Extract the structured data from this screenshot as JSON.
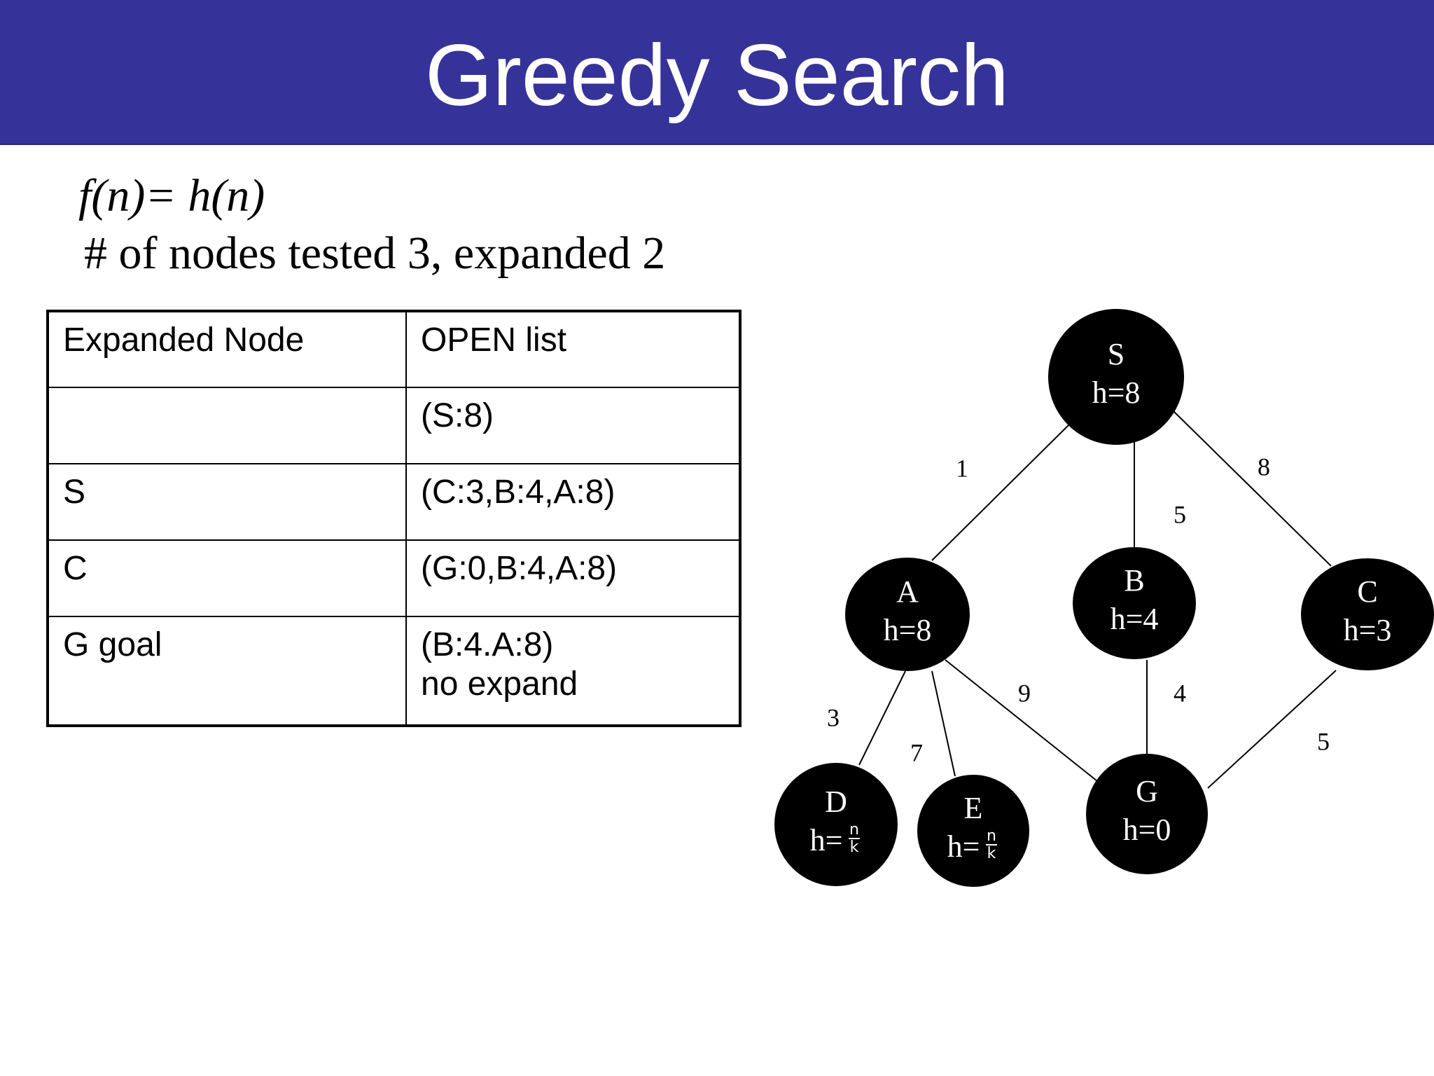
{
  "slide": {
    "title": "Greedy Search",
    "formula": "f(n)= h(n)",
    "stats": "# of nodes tested 3, expanded 2"
  },
  "colors": {
    "title_bar": "#353399",
    "title_text": "#ffffff",
    "node_fill": "#000000",
    "node_text": "#ffffff"
  },
  "table": {
    "headers": [
      "Expanded Node",
      "OPEN list"
    ],
    "rows": [
      {
        "node": "",
        "open": [
          "(S:8)"
        ]
      },
      {
        "node": "S",
        "open": [
          "(C:3,B:4,A:8)"
        ]
      },
      {
        "node": "C",
        "open": [
          "(G:0,B:4,A:8)"
        ]
      },
      {
        "node": "G goal",
        "open": [
          "(B:4.A:8)",
          "no expand"
        ]
      }
    ]
  },
  "graph": {
    "nodes": [
      {
        "id": "S",
        "name": "S",
        "h": "h=8"
      },
      {
        "id": "A",
        "name": "A",
        "h": "h=8"
      },
      {
        "id": "B",
        "name": "B",
        "h": "h=4"
      },
      {
        "id": "C",
        "name": "C",
        "h": "h=3"
      },
      {
        "id": "D",
        "name": "D",
        "h": "h=",
        "h_frac": {
          "num": "n",
          "den": "k"
        }
      },
      {
        "id": "E",
        "name": "E",
        "h": "h=",
        "h_frac": {
          "num": "n",
          "den": "k"
        }
      },
      {
        "id": "G",
        "name": "G",
        "h": "h=0"
      }
    ],
    "edges": [
      {
        "from": "S",
        "to": "A",
        "cost": "1"
      },
      {
        "from": "S",
        "to": "B",
        "cost": "5"
      },
      {
        "from": "S",
        "to": "C",
        "cost": "8"
      },
      {
        "from": "A",
        "to": "D",
        "cost": "3"
      },
      {
        "from": "A",
        "to": "E",
        "cost": "7"
      },
      {
        "from": "A",
        "to": "G",
        "cost": "9"
      },
      {
        "from": "B",
        "to": "G",
        "cost": "4"
      },
      {
        "from": "C",
        "to": "G",
        "cost": "5"
      }
    ]
  }
}
